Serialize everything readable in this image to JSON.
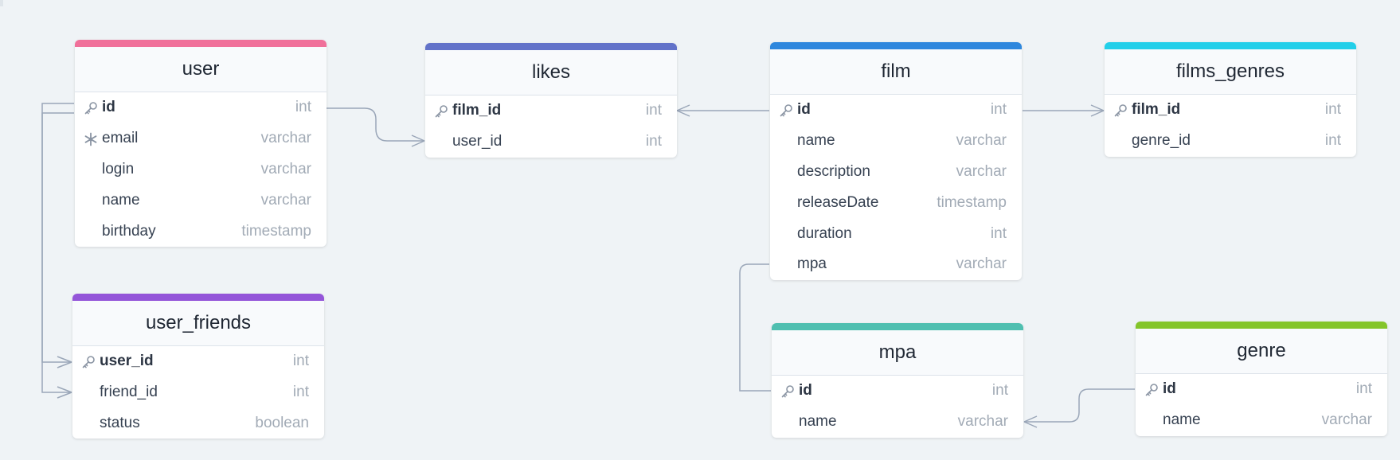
{
  "tables": {
    "user": {
      "title": "user",
      "accent": "#f0709a",
      "columns": [
        {
          "name": "id",
          "type": "int",
          "key": "primary"
        },
        {
          "name": "email",
          "type": "varchar",
          "key": "unique"
        },
        {
          "name": "login",
          "type": "varchar",
          "key": ""
        },
        {
          "name": "name",
          "type": "varchar",
          "key": ""
        },
        {
          "name": "birthday",
          "type": "timestamp",
          "key": ""
        }
      ]
    },
    "user_friends": {
      "title": "user_friends",
      "accent": "#9455d9",
      "columns": [
        {
          "name": "user_id",
          "type": "int",
          "key": "primary"
        },
        {
          "name": "friend_id",
          "type": "int",
          "key": ""
        },
        {
          "name": "status",
          "type": "boolean",
          "key": ""
        }
      ]
    },
    "likes": {
      "title": "likes",
      "accent": "#6272c9",
      "columns": [
        {
          "name": "film_id",
          "type": "int",
          "key": "primary"
        },
        {
          "name": "user_id",
          "type": "int",
          "key": ""
        }
      ]
    },
    "film": {
      "title": "film",
      "accent": "#2e87dd",
      "columns": [
        {
          "name": "id",
          "type": "int",
          "key": "primary"
        },
        {
          "name": "name",
          "type": "varchar",
          "key": ""
        },
        {
          "name": "description",
          "type": "varchar",
          "key": ""
        },
        {
          "name": "releaseDate",
          "type": "timestamp",
          "key": ""
        },
        {
          "name": "duration",
          "type": "int",
          "key": ""
        },
        {
          "name": "mpa",
          "type": "varchar",
          "key": ""
        }
      ]
    },
    "films_genres": {
      "title": "films_genres",
      "accent": "#22cfe9",
      "columns": [
        {
          "name": "film_id",
          "type": "int",
          "key": "primary"
        },
        {
          "name": "genre_id",
          "type": "int",
          "key": ""
        }
      ]
    },
    "mpa": {
      "title": "mpa",
      "accent": "#4fbfb0",
      "columns": [
        {
          "name": "id",
          "type": "int",
          "key": "primary"
        },
        {
          "name": "name",
          "type": "varchar",
          "key": ""
        }
      ]
    },
    "genre": {
      "title": "genre",
      "accent": "#84c52a",
      "columns": [
        {
          "name": "id",
          "type": "int",
          "key": "primary"
        },
        {
          "name": "name",
          "type": "varchar",
          "key": ""
        }
      ]
    }
  },
  "relationships": [
    {
      "from": "user.id",
      "to": "likes.user_id",
      "cardinality": "one-to-many"
    },
    {
      "from": "user.id",
      "to": "user_friends.user_id",
      "cardinality": "one-to-many"
    },
    {
      "from": "user.id",
      "to": "user_friends.friend_id",
      "cardinality": "one-to-many"
    },
    {
      "from": "film.id",
      "to": "likes.film_id",
      "cardinality": "one-to-many"
    },
    {
      "from": "film.id",
      "to": "films_genres.film_id",
      "cardinality": "one-to-many"
    },
    {
      "from": "film.mpa",
      "to": "mpa.id",
      "cardinality": "one-to-one"
    },
    {
      "from": "genre.id",
      "to": "mpa.name",
      "cardinality": "one-to-many"
    }
  ],
  "colors": {
    "background": "#eff3f6",
    "edge": "#9aa6b8",
    "key_icon": "#8a94a3"
  },
  "icons": {
    "primary": "key-icon",
    "unique": "snowflake-icon"
  }
}
